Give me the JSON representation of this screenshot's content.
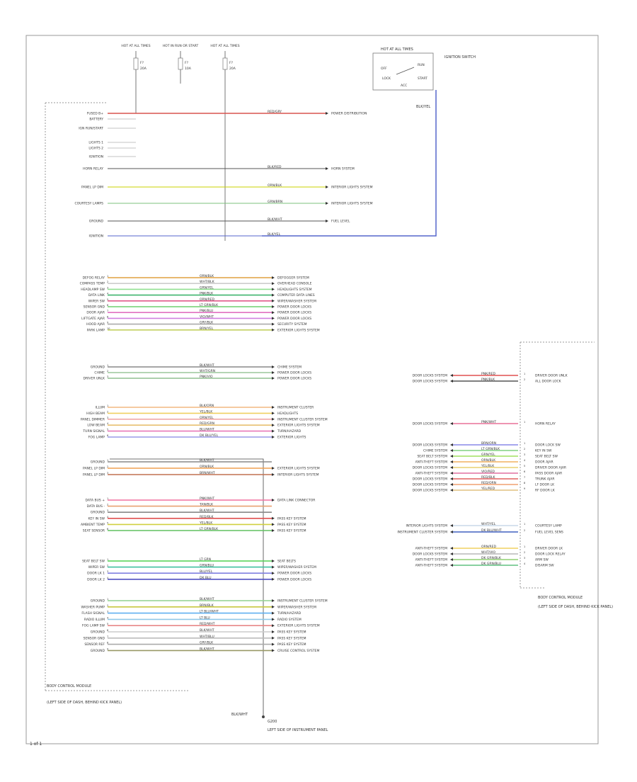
{
  "diagram": {
    "footer_code": "1 of 1",
    "fuses": [
      {
        "title": "HOT AT ALL TIMES",
        "label": "F?",
        "amps": "20A"
      },
      {
        "title": "HOT IN RUN OR START",
        "label": "F?",
        "amps": "10A"
      },
      {
        "title": "HOT AT ALL TIMES",
        "label": "F?",
        "amps": "20A"
      }
    ],
    "ignition_switch": {
      "title": "HOT AT ALL TIMES",
      "name": "IGNITION SWITCH",
      "positions": [
        "OFF",
        "RUN",
        "LOCK",
        "ACC",
        "START"
      ],
      "wire": "BLK/YEL"
    },
    "bcm_left": {
      "title": "BODY CONTROL MODULE",
      "location": "(LEFT SIDE OF DASH, BEHIND KICK PANEL)"
    },
    "bcm_right": {
      "title": "BODY CONTROL MODULE",
      "location": "(LEFT SIDE OF DASH, BEHIND KICK PANEL)"
    },
    "ground": {
      "wire": "BLK/WHT",
      "label": "G200",
      "location": "LEFT SIDE OF INSTRUMENT PANEL"
    },
    "power_pins": [
      {
        "label": "FUSED B+",
        "wire": "RED/GRY",
        "dest": "POWER DISTRIBUTION",
        "color": "#d9534f"
      },
      {
        "label": "BATTERY",
        "wire": "",
        "dest": "",
        "color": "#777777"
      },
      {
        "label": "IGN RUN/START",
        "wire": "",
        "dest": "",
        "color": "#777777"
      },
      {
        "label": "LIGHTS 1",
        "wire": "",
        "dest": "",
        "color": "#777777"
      },
      {
        "label": "LIGHTS 2",
        "wire": "",
        "dest": "",
        "color": "#777777"
      },
      {
        "label": "IGNITION",
        "wire": "",
        "dest": "",
        "color": "#777777"
      },
      {
        "label": "HORN RELAY",
        "wire": "BLK/RED",
        "dest": "HORN SYSTEM",
        "color": "#555555"
      },
      {
        "label": "PANEL LP DIM",
        "wire": "ORN/BLK",
        "dest": "INTERIOR LIGHTS SYSTEM",
        "color": "#c8d200"
      },
      {
        "label": "COURTESY LAMPS",
        "wire": "GRN/BRN",
        "dest": "INTERIOR LIGHTS SYSTEM",
        "color": "#7cc27c"
      },
      {
        "label": "GROUND",
        "wire": "BLK/WHT",
        "dest": "FUEL LEVEL",
        "color": "#555555"
      },
      {
        "label": "IGNITION",
        "wire": "BLK/YEL",
        "dest": "",
        "color": "#5566cc"
      }
    ],
    "group1": [
      {
        "label": "DEFOG RELAY",
        "wire": "ORN/BLK",
        "dest": "DEFOGGER SYSTEM",
        "color": "#e0a040"
      },
      {
        "label": "COMPASS TEMP",
        "wire": "WHT/BLK",
        "dest": "OVERHEAD CONSOLE",
        "color": "#cccccc"
      },
      {
        "label": "HEADLAMP SW",
        "wire": "GRN/YEL",
        "dest": "HEADLIGHTS SYSTEM",
        "color": "#90e090"
      },
      {
        "label": "DATA LINK",
        "wire": "PNK/BLK",
        "dest": "COMPUTER DATA LINES",
        "color": "#3fb56e"
      },
      {
        "label": "WIPER SW",
        "wire": "ORN/RED",
        "dest": "WIPER/WASHER SYSTEM",
        "color": "#e05a8a"
      },
      {
        "label": "SENSOR GND",
        "wire": "LT GRN/BLK",
        "dest": "POWER DOOR LOCKS",
        "color": "#6fcf6f"
      },
      {
        "label": "DOOR AJAR",
        "wire": "PNK/BLU",
        "dest": "POWER DOOR LOCKS",
        "color": "#e070c0"
      },
      {
        "label": "LIFTGATE AJAR",
        "wire": "VIO/WHT",
        "dest": "POWER DOOR LOCKS",
        "color": "#d080e0"
      },
      {
        "label": "HOOD AJAR",
        "wire": "GRY/BLK",
        "dest": "SECURITY SYSTEM",
        "color": "#aaaaaa"
      },
      {
        "label": "PARK LAMP",
        "wire": "BRN/YEL",
        "dest": "EXTERIOR LIGHTS SYSTEM",
        "color": "#c2d060"
      }
    ],
    "group2": [
      {
        "label": "GROUND",
        "wire": "BLK/WHT",
        "dest": "CHIME SYSTEM",
        "color": "#888888"
      },
      {
        "label": "CHIME",
        "wire": "WHT/GRN",
        "dest": "POWER DOOR LOCKS",
        "color": "#9cc79c"
      },
      {
        "label": "DRIVER UNLK",
        "wire": "PNK/VIO",
        "dest": "POWER DOOR LOCKS",
        "color": "#8fbf8f"
      }
    ],
    "group3": [
      {
        "label": "ILLUM",
        "wire": "BLK/ORN",
        "dest": "INSTRUMENT CLUSTER",
        "color": "#f2b880"
      },
      {
        "label": "HIGH BEAM",
        "wire": "YEL/BLK",
        "dest": "HEADLIGHTS",
        "color": "#f0d060"
      },
      {
        "label": "PANEL DIMMER",
        "wire": "ORN/YEL",
        "dest": "INSTRUMENT CLUSTER SYSTEM",
        "color": "#f0a8a8"
      },
      {
        "label": "LOW BEAM",
        "wire": "RED/GRN",
        "dest": "EXTERIOR LIGHTS SYSTEM",
        "color": "#e8c070"
      },
      {
        "label": "TURN SIGNAL",
        "wire": "BLU/WHT",
        "dest": "TURN/HAZARD",
        "color": "#e878b8"
      },
      {
        "label": "FOG LAMP",
        "wire": "DK BLU/YEL",
        "dest": "EXTERIOR LIGHTS",
        "color": "#9898e8"
      }
    ],
    "group4": [
      {
        "label": "GROUND",
        "wire": "BLK/WHT",
        "dest": "",
        "color": "#888888"
      },
      {
        "label": "PANEL LP DIM",
        "wire": "ORN/BLK",
        "dest": "EXTERIOR LIGHTS SYSTEM",
        "color": "#f0a050"
      },
      {
        "label": "PANEL LP DIM",
        "wire": "BRN/WHT",
        "dest": "INTERIOR LIGHTS SYSTEM",
        "color": "#c07050"
      }
    ],
    "group5": [
      {
        "label": "DATA BUS +",
        "wire": "PNK/WHT",
        "dest": "DATA LINK CONNECTOR",
        "color": "#f070a0"
      },
      {
        "label": "DATA BUS -",
        "wire": "TAN/BLK",
        "dest": "",
        "color": "#e8a070"
      },
      {
        "label": "GROUND",
        "wire": "BLK/WHT",
        "dest": "",
        "color": "#888888"
      },
      {
        "label": "KEY IN SW",
        "wire": "RED/BLK",
        "dest": "PASS KEY SYSTEM",
        "color": "#e05050"
      },
      {
        "label": "AMBIENT TEMP",
        "wire": "YEL/BLK",
        "dest": "PASS KEY SYSTEM",
        "color": "#d0d040"
      },
      {
        "label": "SEAT SENSOR",
        "wire": "LT GRN/BLK",
        "dest": "PASS KEY SYSTEM",
        "color": "#60c060"
      }
    ],
    "group6": [
      {
        "label": "SEAT BELT SW",
        "wire": "LT GRN",
        "dest": "SEAT BELTS",
        "color": "#50d050"
      },
      {
        "label": "WIPER SW",
        "wire": "GRN/BLU",
        "dest": "WIPER/WASHER SYSTEM",
        "color": "#40c0a0"
      },
      {
        "label": "DOOR LK 1",
        "wire": "BLU/YEL",
        "dest": "POWER DOOR LOCKS",
        "color": "#8080e0"
      },
      {
        "label": "DOOR LK 2",
        "wire": "DK BLU",
        "dest": "POWER DOOR LOCKS",
        "color": "#5050c0"
      }
    ],
    "group7": [
      {
        "label": "GROUND",
        "wire": "BLK/WHT",
        "dest": "INSTRUMENT CLUSTER SYSTEM",
        "color": "#90d090"
      },
      {
        "label": "WASHER PUMP",
        "wire": "BRN/BLK",
        "dest": "WIPER/WASHER SYSTEM",
        "color": "#c8c840"
      },
      {
        "label": "FLASH SIGNAL",
        "wire": "LT BLU/WHT",
        "dest": "TURN/HAZARD",
        "color": "#60b0f0"
      },
      {
        "label": "RADIO ILLUM",
        "wire": "LT BLU",
        "dest": "RADIO SYSTEM",
        "color": "#90c8e8"
      },
      {
        "label": "FOG LAMP SW",
        "wire": "RED/WHT",
        "dest": "EXTERIOR LIGHTS SYSTEM",
        "color": "#e88888"
      },
      {
        "label": "GROUND",
        "wire": "BLK/WHT",
        "dest": "PASS KEY SYSTEM",
        "color": "#cccccc"
      },
      {
        "label": "SENSOR GND",
        "wire": "WHT/BLU",
        "dest": "PASS KEY SYSTEM",
        "color": "#bbbbbb"
      },
      {
        "label": "SENSOR REF",
        "wire": "GRY/BLK",
        "dest": "PASS KEY SYSTEM",
        "color": "#aaaaaa"
      },
      {
        "label": "GROUND",
        "wire": "BLK/WHT",
        "dest": "CRUISE CONTROL SYSTEM",
        "color": "#999966"
      }
    ],
    "right_top": [
      {
        "dest": "DOOR LOCKS SYSTEM",
        "wire": "PNK/RED",
        "label": "DRIVER DOOR UNLK",
        "color": "#e05050"
      },
      {
        "dest": "DOOR LOCKS SYSTEM",
        "wire": "PNK/BLK",
        "label": "ALL DOOR LOCK",
        "color": "#555555"
      }
    ],
    "right_mid": [
      {
        "dest": "DOOR LOCKS SYSTEM",
        "wire": "PNK/WHT",
        "label": "HORN RELAY",
        "color": "#e87098"
      }
    ],
    "right_group": [
      {
        "dest": "DOOR LOCKS SYSTEM",
        "wire": "BRN/ORN",
        "label": "DOOR LOCK SW",
        "color": "#8888e8"
      },
      {
        "dest": "CHIME SYSTEM",
        "wire": "LT GRN/BLK",
        "label": "KEY IN SW",
        "color": "#80d080"
      },
      {
        "dest": "SEAT BELT SYSTEM",
        "wire": "GRN/YEL",
        "label": "SEAT BELT SW",
        "color": "#a0e060"
      },
      {
        "dest": "ANTI-THEFT SYSTEM",
        "wire": "ORN/BLK",
        "label": "DOOR AJAR",
        "color": "#f0b060"
      },
      {
        "dest": "DOOR LOCKS SYSTEM",
        "wire": "YEL/BLK",
        "label": "DRIVER DOOR AJAR",
        "color": "#e8d070"
      },
      {
        "dest": "ANTI-THEFT SYSTEM",
        "wire": "VIO/RED",
        "label": "PASS DOOR AJAR",
        "color": "#e070a0"
      },
      {
        "dest": "DOOR LOCKS SYSTEM",
        "wire": "RED/BLK",
        "label": "TRUNK AJAR",
        "color": "#e06060"
      },
      {
        "dest": "DOOR LOCKS SYSTEM",
        "wire": "RED/ORN",
        "label": "LF DOOR LK",
        "color": "#f0a070"
      },
      {
        "dest": "DOOR LOCKS SYSTEM",
        "wire": "YEL/RED",
        "label": "RF DOOR LK",
        "color": "#e0c080"
      }
    ],
    "right_group2": [
      {
        "dest": "INTERIOR LIGHTS SYSTEM",
        "wire": "WHT/YEL",
        "label": "COURTESY LAMP",
        "color": "#c8d8e8"
      },
      {
        "dest": "INSTRUMENT CLUSTER SYSTEM",
        "wire": "DK BLU/WHT",
        "label": "FUEL LEVEL SENS",
        "color": "#4060c0"
      }
    ],
    "right_group3": [
      {
        "dest": "ANTI-THEFT SYSTEM",
        "wire": "ORN/RED",
        "label": "DRIVER DOOR LK",
        "color": "#f0d060"
      },
      {
        "dest": "DOOR LOCKS SYSTEM",
        "wire": "WHT/VIO",
        "label": "DOOR LOCK RELAY",
        "color": "#b8b8b8"
      },
      {
        "dest": "ANTI-THEFT SYSTEM",
        "wire": "DK GRN/BLK",
        "label": "ARM SW",
        "color": "#90d070"
      },
      {
        "dest": "ANTI-THEFT SYSTEM",
        "wire": "DK GRN/BLU",
        "label": "DISARM SW",
        "color": "#60c080"
      }
    ]
  }
}
